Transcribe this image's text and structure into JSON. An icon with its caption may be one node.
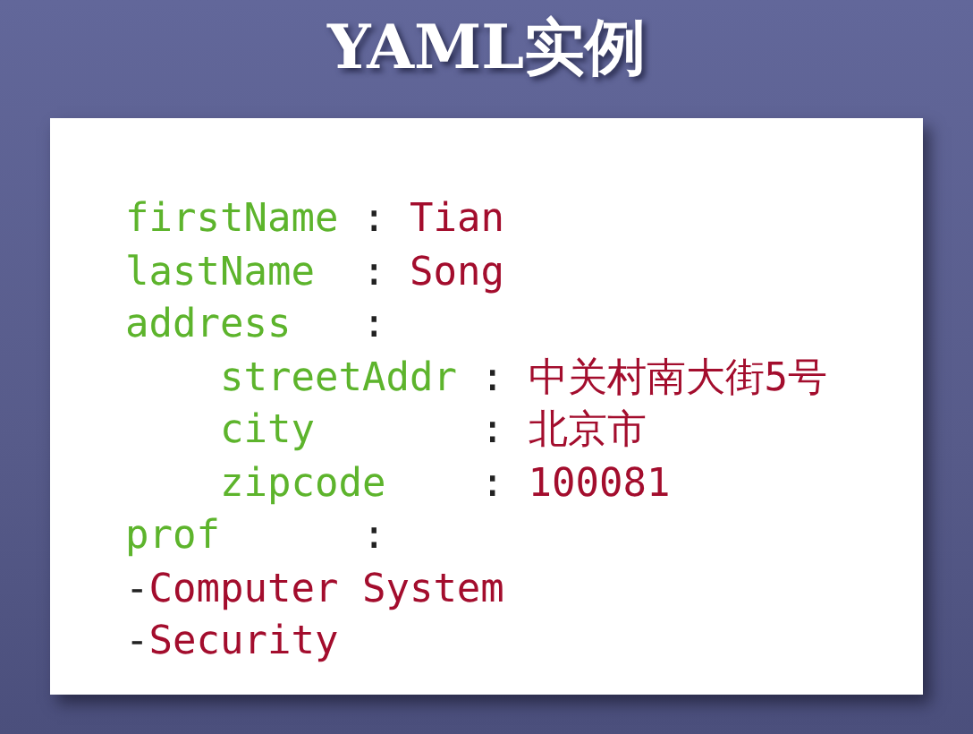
{
  "diagram": {
    "title": "YAML实例",
    "labels": [
      "firstName",
      ":",
      "Tian",
      "lastName",
      ":",
      "Song",
      "address",
      ":",
      "streetAddr",
      ":",
      "中关村南大街5号",
      "city",
      ":",
      "北京市",
      "zipcode",
      ":",
      "100081",
      "prof",
      ":",
      "-",
      "Computer System",
      "-",
      "Security"
    ]
  }
}
